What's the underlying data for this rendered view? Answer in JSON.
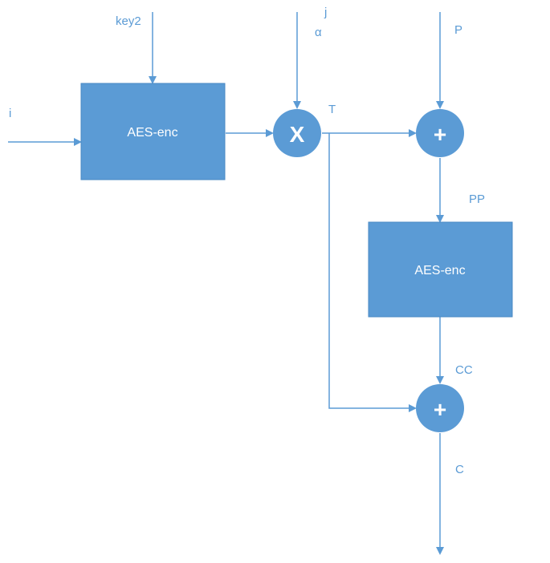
{
  "labels": {
    "key2": "key2",
    "j": "j",
    "alpha": "α",
    "p": "P",
    "i": "i",
    "t": "T",
    "pp": "PP",
    "cc": "CC",
    "c": "C"
  },
  "blocks": {
    "aes1": "AES-enc",
    "aes2": "AES-enc"
  },
  "operators": {
    "multiply": "X",
    "xor1": "+",
    "xor2": "+"
  },
  "colors": {
    "primary": "#5b9bd5",
    "text_on_primary": "#ffffff"
  }
}
